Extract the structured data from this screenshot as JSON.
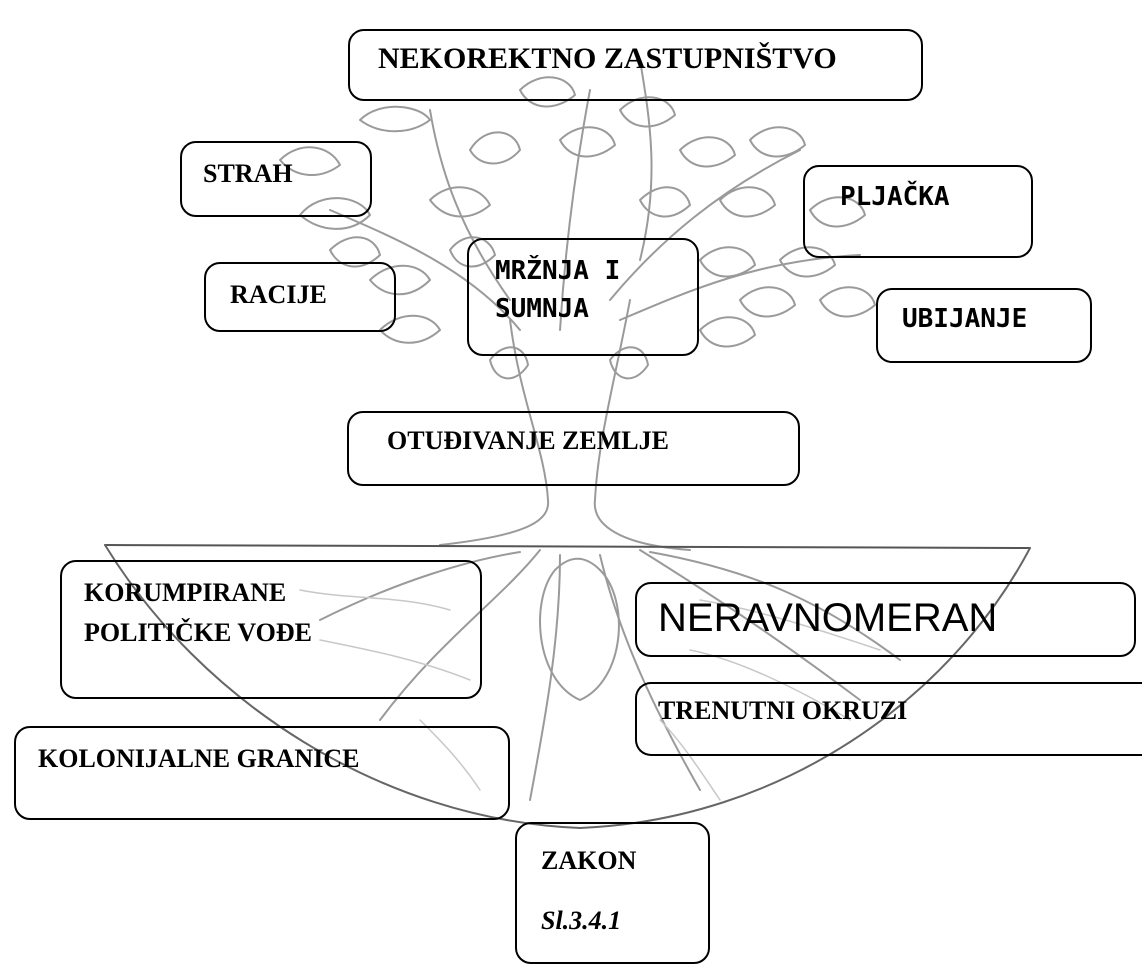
{
  "labels": {
    "misrepresentation": "NEKOREKTNO ZASTUPNIŠTVO",
    "fear": "STRAH",
    "looting": "PLJAČKA",
    "raids": "RACIJE",
    "hatred_line1": "MRŽNJA I",
    "hatred_line2": "SUMNJA",
    "killing": "UBIJANJE",
    "land_alienation": "OTUĐIVANJE ZEMLJE",
    "corrupt_line1": "KORUMPIRANE",
    "corrupt_line2": "POLITIČKE VOĐE",
    "uneven": "NERAVNOMERAN",
    "current_circles": "TRENUTNI OKRUZI",
    "colonial_borders": "KOLONIJALNE GRANICE",
    "law": "ZAKON"
  },
  "caption": "Sl.3.4.1"
}
